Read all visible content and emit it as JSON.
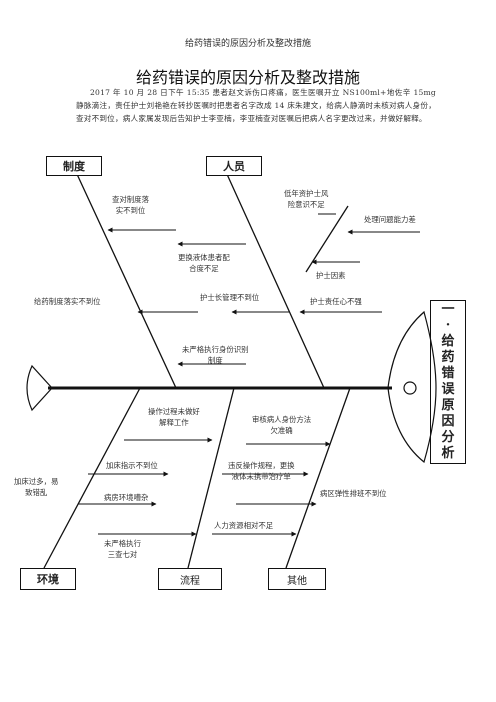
{
  "header": "给药错误的原因分析及整改措施",
  "title": "给药错误的原因分析及整改措施",
  "intro": "2017 年 10 月 28 日下午 15:35 患者赵文诉伤口疼痛，医生医嘱开立 NS100ml+地佐辛 15mg 静脉滴注，责任护士刘艳艳在转抄医嘱时把患者名字改成 14 床朱建文，给病人静滴时未核对病人身份，查对不到位，病人家属发现后告知护士李亚楠，李亚楠查对医嘱后把病人名字更改过来，并做好解释。",
  "categories": {
    "policy": "制度",
    "personnel": "人员",
    "environment": "环境",
    "process": "流程",
    "other": "其他"
  },
  "causes": {
    "c1": [
      "查对制度落",
      "实不到位"
    ],
    "c2": [
      "更换液体患者配",
      "合度不足"
    ],
    "c3": [
      "给药制度落实不到位"
    ],
    "c4": [
      "未严格执行身份识别",
      "制度"
    ],
    "c5": [
      "低年资护士风",
      "险意识不足"
    ],
    "c6": [
      "处理问题能力差"
    ],
    "c7": [
      "护士因素"
    ],
    "c8": [
      "护士长管理不到位"
    ],
    "c9": [
      "护士责任心不强"
    ],
    "c10": [
      "操作过程未做好",
      "解释工作"
    ],
    "c11": [
      "加床过多，易",
      "致错乱"
    ],
    "c12": [
      "加床指示不到位"
    ],
    "c13": [
      "病房环境嘈杂"
    ],
    "c14": [
      "未严格执行",
      "三查七对"
    ],
    "c15": [
      "审核病人身份方法",
      "欠准确"
    ],
    "c16": [
      "违反操作规程，更换",
      "液体未携带治疗单"
    ],
    "c17": [
      "病区弹性排班不到位"
    ],
    "c18": [
      "人力资源相对不足"
    ]
  },
  "side_label": [
    "一",
    "·",
    "给",
    "药",
    "错",
    "误",
    "原",
    "因",
    "分",
    "析"
  ]
}
